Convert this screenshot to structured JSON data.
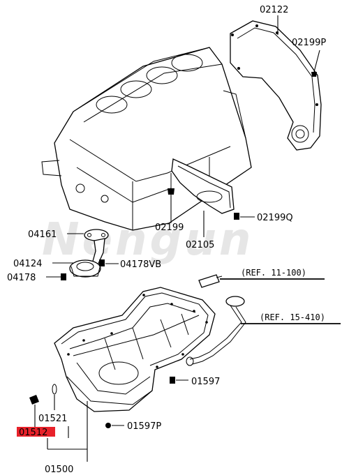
{
  "watermark": "Nengun",
  "parts": [
    {
      "id": "flywheel-cover-part",
      "number": "02122"
    },
    {
      "id": "cover-bolt-top",
      "number": "02199P"
    },
    {
      "id": "block-bolt",
      "number": "02199"
    },
    {
      "id": "rear-cover",
      "number": "02105"
    },
    {
      "id": "rear-bolt",
      "number": "02199Q"
    },
    {
      "id": "gasket",
      "number": "04161"
    },
    {
      "id": "oil-strainer",
      "number": "04124"
    },
    {
      "id": "strainer-bolt-right",
      "number": "04178VB"
    },
    {
      "id": "strainer-bolt-left",
      "number": "04178"
    },
    {
      "id": "pan-bolt-a",
      "number": "01597"
    },
    {
      "id": "drain-washer",
      "number": "01521"
    },
    {
      "id": "drain-plug",
      "number": "01512"
    },
    {
      "id": "pan-bolt-b",
      "number": "01597P"
    },
    {
      "id": "oil-pan-assy",
      "number": "01500"
    }
  ],
  "references": [
    {
      "id": "ref-sensor",
      "text": "(REF. 11-100)"
    },
    {
      "id": "ref-dipstick",
      "text": "(REF. 15-410)"
    }
  ],
  "highlight": {
    "part": "01512",
    "color": "#e8222a"
  }
}
